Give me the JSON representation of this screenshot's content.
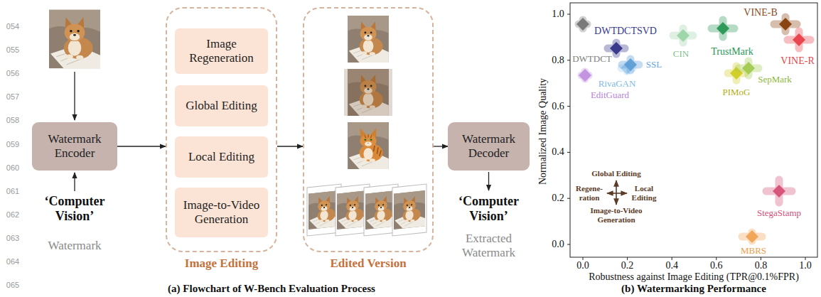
{
  "diagram": {
    "nodes": [
      {
        "text": [
          "Watermark Encoder"
        ]
      },
      {
        "text": [
          "Image Editing"
        ]
      },
      {
        "text": [
          "Image Regeneration"
        ],
        "in": 1
      },
      {
        "text": [
          "Global Editing"
        ],
        "in": 1
      },
      {
        "text": [
          "Local Editing"
        ],
        "in": 1
      },
      {
        "text": [
          "Image-to-Video Generation"
        ],
        "in": 1
      },
      {
        "text": [
          "Edited Version"
        ]
      },
      {
        "text": [
          "Watermark Decoder"
        ]
      }
    ],
    "edges": [
      {
        "from": 0,
        "to": 1,
        "arrow": "to"
      },
      {
        "from": 1,
        "to": 6,
        "arrow": "to"
      },
      {
        "from": 6,
        "to": 7,
        "arrow": "to"
      }
    ],
    "labels": [
      "054",
      "055",
      "056",
      "057",
      "058",
      "059",
      "060",
      "061",
      "062",
      "063",
      "064",
      "065",
      "‘Computer Vision’",
      "Watermark",
      "‘Computer Vision’",
      "Extracted Watermark",
      "(a) Flowchart of W-Bench Evaluation Process",
      "(b) Watermarking Performance",
      "Normalized Image Quality",
      "Robustness against Image Editing (TPR@0.1%FPR)",
      "1.0",
      "0.8",
      "0.6",
      "0.4",
      "0.2",
      "0.0",
      "0.0",
      "0.2",
      "0.4",
      "0.6",
      "0.8",
      "1.0",
      "DWTDCTSVD",
      "DWTDCT",
      "SSL",
      "RivaGAN",
      "EditGuard",
      "CIN",
      "TrustMark",
      "VINE-B",
      "VINE-R",
      "PIMoG",
      "SepMark",
      "StegaStamp",
      "MBRS",
      "Global Editing",
      "Regene- ration",
      "Local Editing",
      "Image-to-Video Generation"
    ]
  }
}
